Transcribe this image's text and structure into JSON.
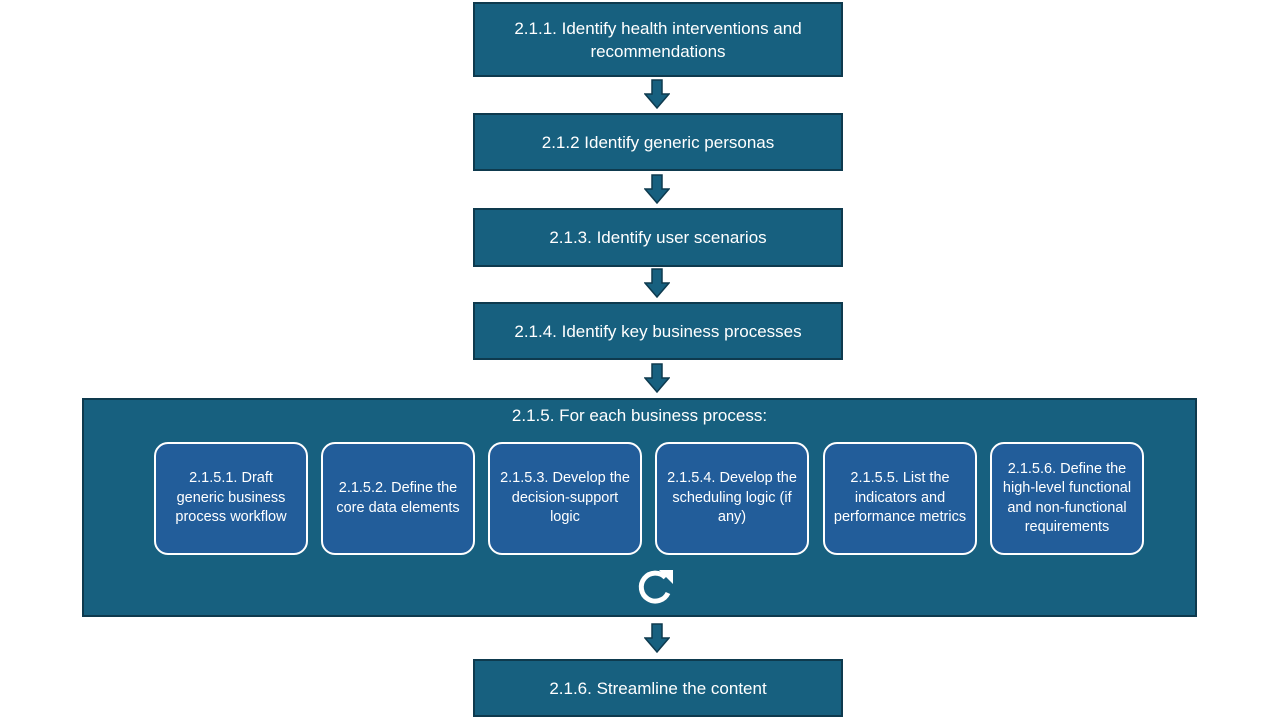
{
  "steps": {
    "s1": "2.1.1. Identify health interventions and recommendations",
    "s2": "2.1.2 Identify generic personas",
    "s3": "2.1.3. Identify user scenarios",
    "s4": "2.1.4. Identify key business processes",
    "s6": "2.1.6. Streamline the content"
  },
  "loop": {
    "title": "2.1.5. For each business process:",
    "substeps": [
      "2.1.5.1. Draft generic business process workflow",
      "2.1.5.2. Define the core data elements",
      "2.1.5.3. Develop the decision-support logic",
      "2.1.5.4. Develop the scheduling logic (if any)",
      "2.1.5.5. List the indicators and performance metrics",
      "2.1.5.6. Define the high-level functional and non-functional requirements"
    ],
    "icon": "cycle-arrow-icon"
  },
  "colors": {
    "box_fill": "#17607f",
    "box_border": "#0e3a4e",
    "substep_fill": "#225d9a",
    "substep_border": "#ffffff",
    "arrow_fill": "#17607f",
    "text": "#ffffff"
  }
}
